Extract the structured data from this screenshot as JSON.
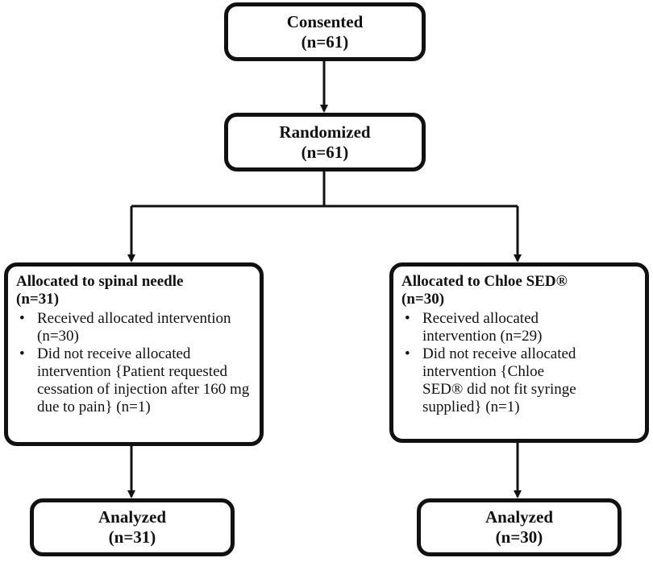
{
  "consented": {
    "label": "Consented",
    "n": "(n=61)"
  },
  "randomized": {
    "label": "Randomized",
    "n": "(n=61)"
  },
  "left": {
    "title": "Allocated to spinal needle",
    "n": "(n=31)",
    "bullets": [
      "Received allocated intervention (n=30)",
      "Did not receive allocated intervention {Patient requested cessation of injection after 160 mg due to pain} (n=1)"
    ],
    "analyzed_label": "Analyzed",
    "analyzed_n": "(n=31)"
  },
  "right": {
    "title": "Allocated to Chloe SED®",
    "n": "(n=30)",
    "bullets": [
      "Received allocated intervention (n=29)",
      "Did not receive allocated intervention {Chloe SED® did not fit syringe supplied} (n=1)"
    ],
    "analyzed_label": "Analyzed",
    "analyzed_n": "(n=30)"
  }
}
